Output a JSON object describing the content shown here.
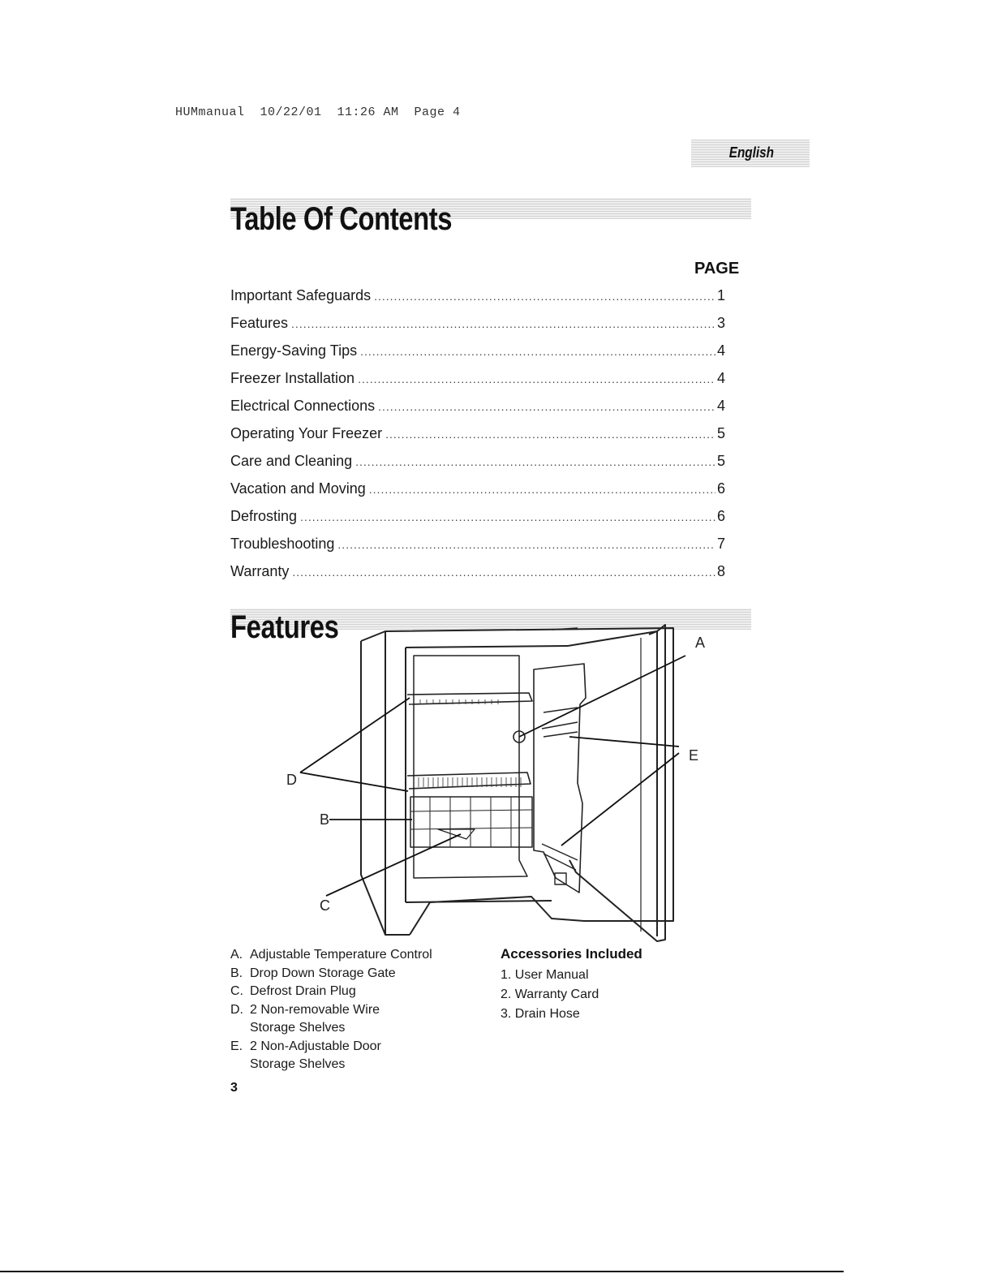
{
  "header": {
    "print_line": "HUMmanual  10/22/01  11:26 AM  Page 4",
    "language_tab": "English"
  },
  "toc": {
    "title": "Table Of Contents",
    "page_heading": "PAGE",
    "entries": [
      {
        "title": "Important Safeguards",
        "page": "1"
      },
      {
        "title": "Features",
        "page": "3"
      },
      {
        "title": "Energy-Saving Tips",
        "page": "4"
      },
      {
        "title": "Freezer Installation",
        "page": "4"
      },
      {
        "title": "Electrical Connections",
        "page": "4"
      },
      {
        "title": "Operating Your Freezer",
        "page": "5"
      },
      {
        "title": "Care and Cleaning",
        "page": "5"
      },
      {
        "title": "Vacation and Moving",
        "page": "6"
      },
      {
        "title": "Defrosting",
        "page": "6"
      },
      {
        "title": "Troubleshooting",
        "page": "7"
      },
      {
        "title": "Warranty",
        "page": "8"
      }
    ]
  },
  "features": {
    "title": "Features",
    "callouts": {
      "a": "A",
      "b": "B",
      "c": "C",
      "d": "D",
      "e": "E"
    },
    "parts": [
      {
        "key": "A.",
        "text": "Adjustable Temperature Control"
      },
      {
        "key": "B.",
        "text": "Drop Down Storage Gate"
      },
      {
        "key": "C.",
        "text": "Defrost Drain Plug"
      },
      {
        "key": "D.",
        "text": "2 Non-removable Wire Storage Shelves"
      },
      {
        "key": "E.",
        "text": "2 Non-Adjustable Door Storage Shelves"
      }
    ],
    "accessories_title": "Accessories Included",
    "accessories": [
      "1. User Manual",
      "2. Warranty Card",
      "3. Drain Hose"
    ]
  },
  "footer": {
    "page_number": "3"
  }
}
